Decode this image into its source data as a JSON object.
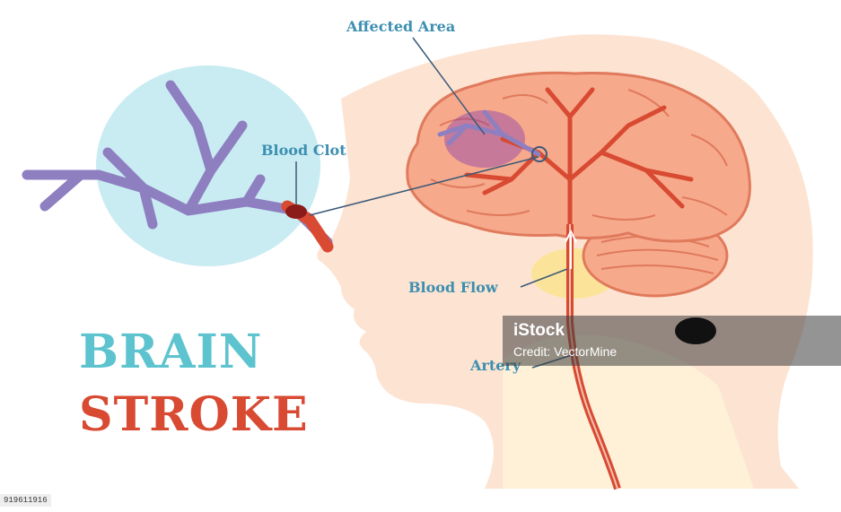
{
  "title": {
    "line1": "BRAIN",
    "line2": "STROKE"
  },
  "labels": {
    "affected_area": "Affected Area",
    "blood_clot": "Blood Clot",
    "blood_flow": "Blood Flow",
    "artery": "Artery"
  },
  "watermark": {
    "logo": "iStock",
    "credit": "Credit: VectorMine"
  },
  "image_id": "919611916",
  "colors": {
    "title_brain": "#5cc3cf",
    "title_stroke": "#d84a32",
    "label_text": "#3c8fb0",
    "head_skin": "#fde3d2",
    "brain_fill": "#f7a98c",
    "brain_outline": "#e07a5c",
    "artery_red": "#d84a32",
    "blocked_vessel": "#8e7fc0",
    "zoom_circle": "#c9ecf3",
    "affected_purple": "#8a3fa8",
    "brainstem_yellow": "#fbe49a"
  }
}
